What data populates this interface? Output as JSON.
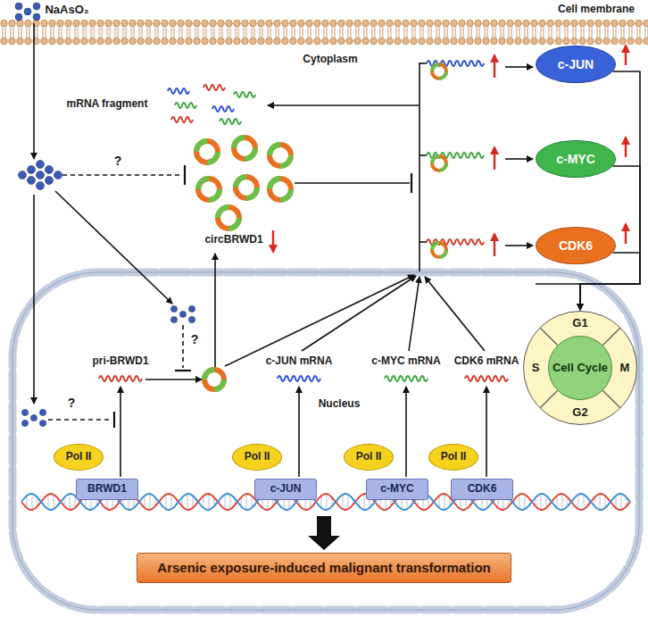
{
  "diagram": {
    "nodes": [
      {
        "text": [
          "c-JUN"
        ]
      },
      {
        "text": [
          "c-MYC"
        ]
      },
      {
        "text": [
          "CDK6"
        ]
      },
      {
        "text": [
          "G1",
          "M",
          "G2",
          "S"
        ]
      },
      {
        "text": [
          "Cell Cycle"
        ],
        "in": 3
      },
      {
        "text": [
          "Pol II"
        ]
      },
      {
        "text": [
          "BRWD1"
        ]
      },
      {
        "text": [
          "Pol II"
        ]
      },
      {
        "text": [
          "c-JUN"
        ]
      },
      {
        "text": [
          "Pol II"
        ]
      },
      {
        "text": [
          "c-MYC"
        ]
      },
      {
        "text": [
          "Pol II"
        ]
      },
      {
        "text": [
          "CDK6"
        ]
      },
      {
        "text": [
          "Arsenic exposure-induced malignant transformation"
        ]
      }
    ],
    "edges": [
      {
        "from": 0,
        "to": 3,
        "arrow": "to"
      },
      {
        "from": 1,
        "to": 3,
        "arrow": "to"
      },
      {
        "from": 2,
        "to": 3,
        "arrow": "to"
      }
    ],
    "labels": [
      "NaAsO₂",
      "Cell membrane",
      "Cytoplasm",
      "mRNA fragment",
      "circBRWD1",
      "?",
      "?",
      "?",
      "Nucleus",
      "pri-BRWD1",
      "c-JUN mRNA",
      "c-MYC mRNA",
      "CDK6 mRNA"
    ]
  }
}
